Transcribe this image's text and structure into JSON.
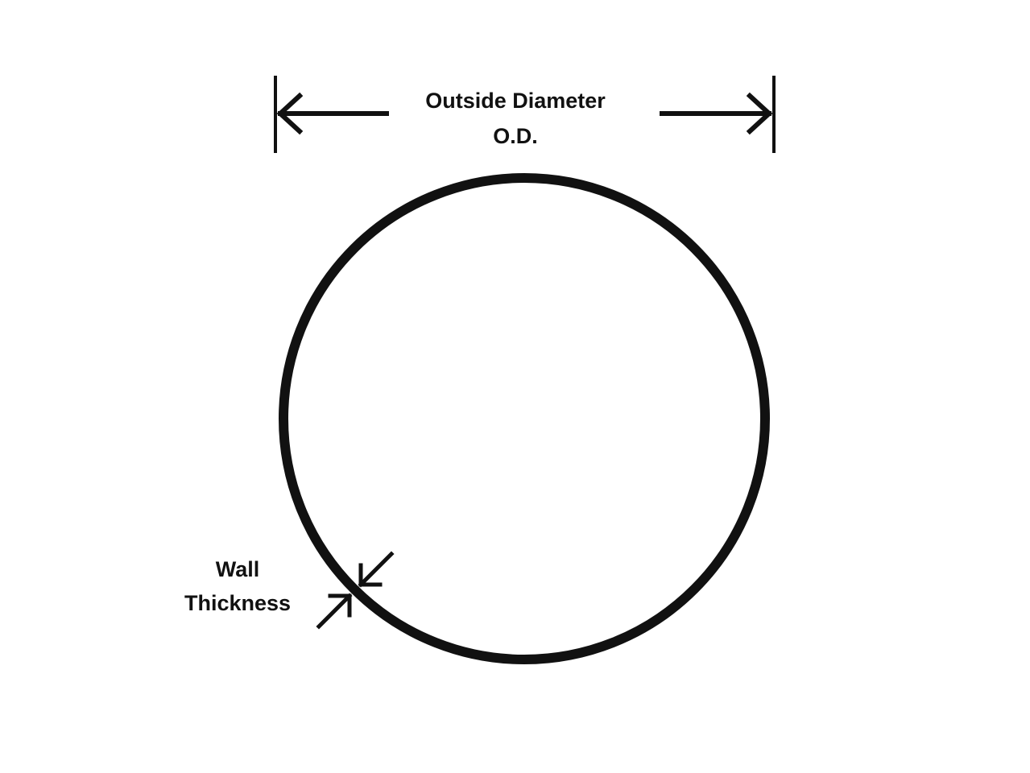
{
  "outside_diameter": {
    "title": "Outside Diameter",
    "abbreviation": "O.D."
  },
  "wall_thickness": {
    "line1": "Wall",
    "line2": "Thickness"
  },
  "colors": {
    "stroke": "#111111",
    "background": "#ffffff"
  }
}
